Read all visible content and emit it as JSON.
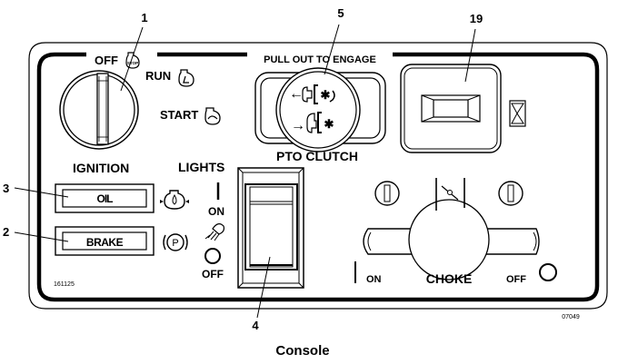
{
  "caption": "Console",
  "callouts": {
    "c1": "1",
    "c2": "2",
    "c3": "3",
    "c4": "4",
    "c5": "5",
    "c19": "19"
  },
  "panel": {
    "ignition": {
      "title": "IGNITION",
      "off": "OFF",
      "stop_icon_text": "STOP",
      "run": "RUN",
      "start": "START"
    },
    "pto": {
      "header": "PULL OUT TO ENGAGE",
      "title": "PTO CLUTCH"
    },
    "lights": {
      "title": "LIGHTS",
      "on": "ON",
      "off": "OFF"
    },
    "indicators": {
      "oil": "OIL",
      "brake": "BRAKE",
      "parking_icon_text": "P"
    },
    "choke": {
      "title": "CHOKE",
      "on": "ON",
      "off": "OFF"
    },
    "part_number": "161125"
  },
  "figure_id": "07049"
}
